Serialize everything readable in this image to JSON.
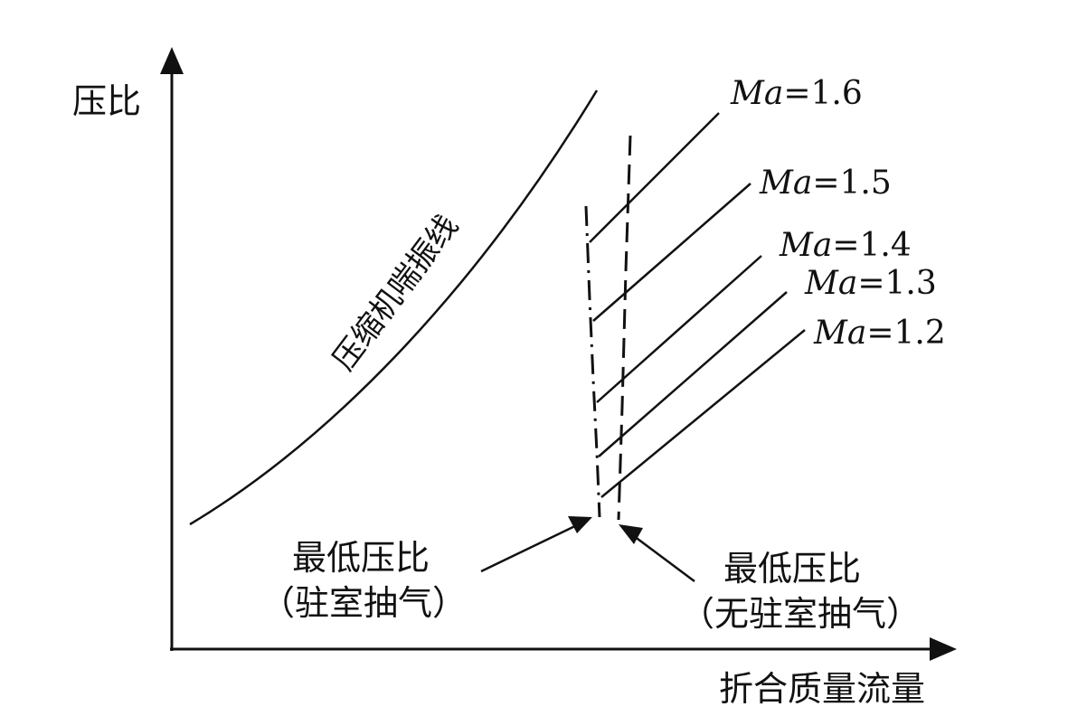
{
  "axes": {
    "y_label": "压比",
    "x_label": "折合质量流量"
  },
  "surge_line": {
    "label": "压缩机喘振线"
  },
  "speed_lines": [
    {
      "prefix": "Ma",
      "value": "=1.6"
    },
    {
      "prefix": "Ma",
      "value": "=1.5"
    },
    {
      "prefix": "Ma",
      "value": "=1.4"
    },
    {
      "prefix": "Ma",
      "value": "=1.3"
    },
    {
      "prefix": "Ma",
      "value": "=1.2"
    }
  ],
  "annotations": {
    "with_bleed": {
      "line1": "最低压比",
      "line2": "（驻室抽气）"
    },
    "without_bleed": {
      "line1": "最低压比",
      "line2": "（无驻室抽气）"
    }
  },
  "colors": {
    "ink": "#111111",
    "background": "#ffffff"
  }
}
